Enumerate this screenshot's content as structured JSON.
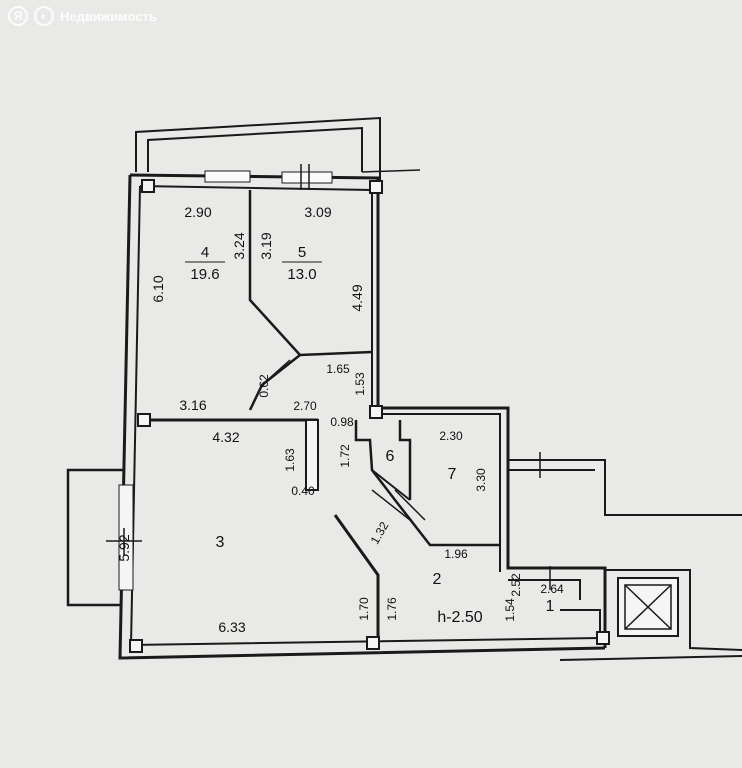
{
  "watermark": {
    "icon_letter": "Я",
    "text": "Недвижимость"
  },
  "rooms": [
    {
      "number": "4",
      "area": "19.6"
    },
    {
      "number": "5",
      "area": "13.0"
    },
    {
      "number": "3"
    },
    {
      "number": "6"
    },
    {
      "number": "7"
    },
    {
      "number": "2"
    },
    {
      "number": "1"
    }
  ],
  "ceiling_height": "h-2.50",
  "dimensions": {
    "d_2_90": "2.90",
    "d_3_09": "3.09",
    "d_3_24": "3.24",
    "d_3_19": "3.19",
    "d_6_10": "6.10",
    "d_4_49": "4.49",
    "d_1_65": "1.65",
    "d_1_53": "1.53",
    "d_0_62": "0.62",
    "d_3_16": "3.16",
    "d_2_70": "2.70",
    "d_0_98": "0.98",
    "d_4_32": "4.32",
    "d_1_63": "1.63",
    "d_0_40": "0.40",
    "d_1_72": "1.72",
    "d_2_30": "2.30",
    "d_3_30": "3.30",
    "d_1_32": "1.32",
    "d_1_96": "1.96",
    "d_5_92": "5.92",
    "d_2_52": "2.52",
    "d_2_64": "2.64",
    "d_1_54": "1.54",
    "d_1_70": "1.70",
    "d_1_76": "1.76",
    "d_6_33": "6.33"
  }
}
